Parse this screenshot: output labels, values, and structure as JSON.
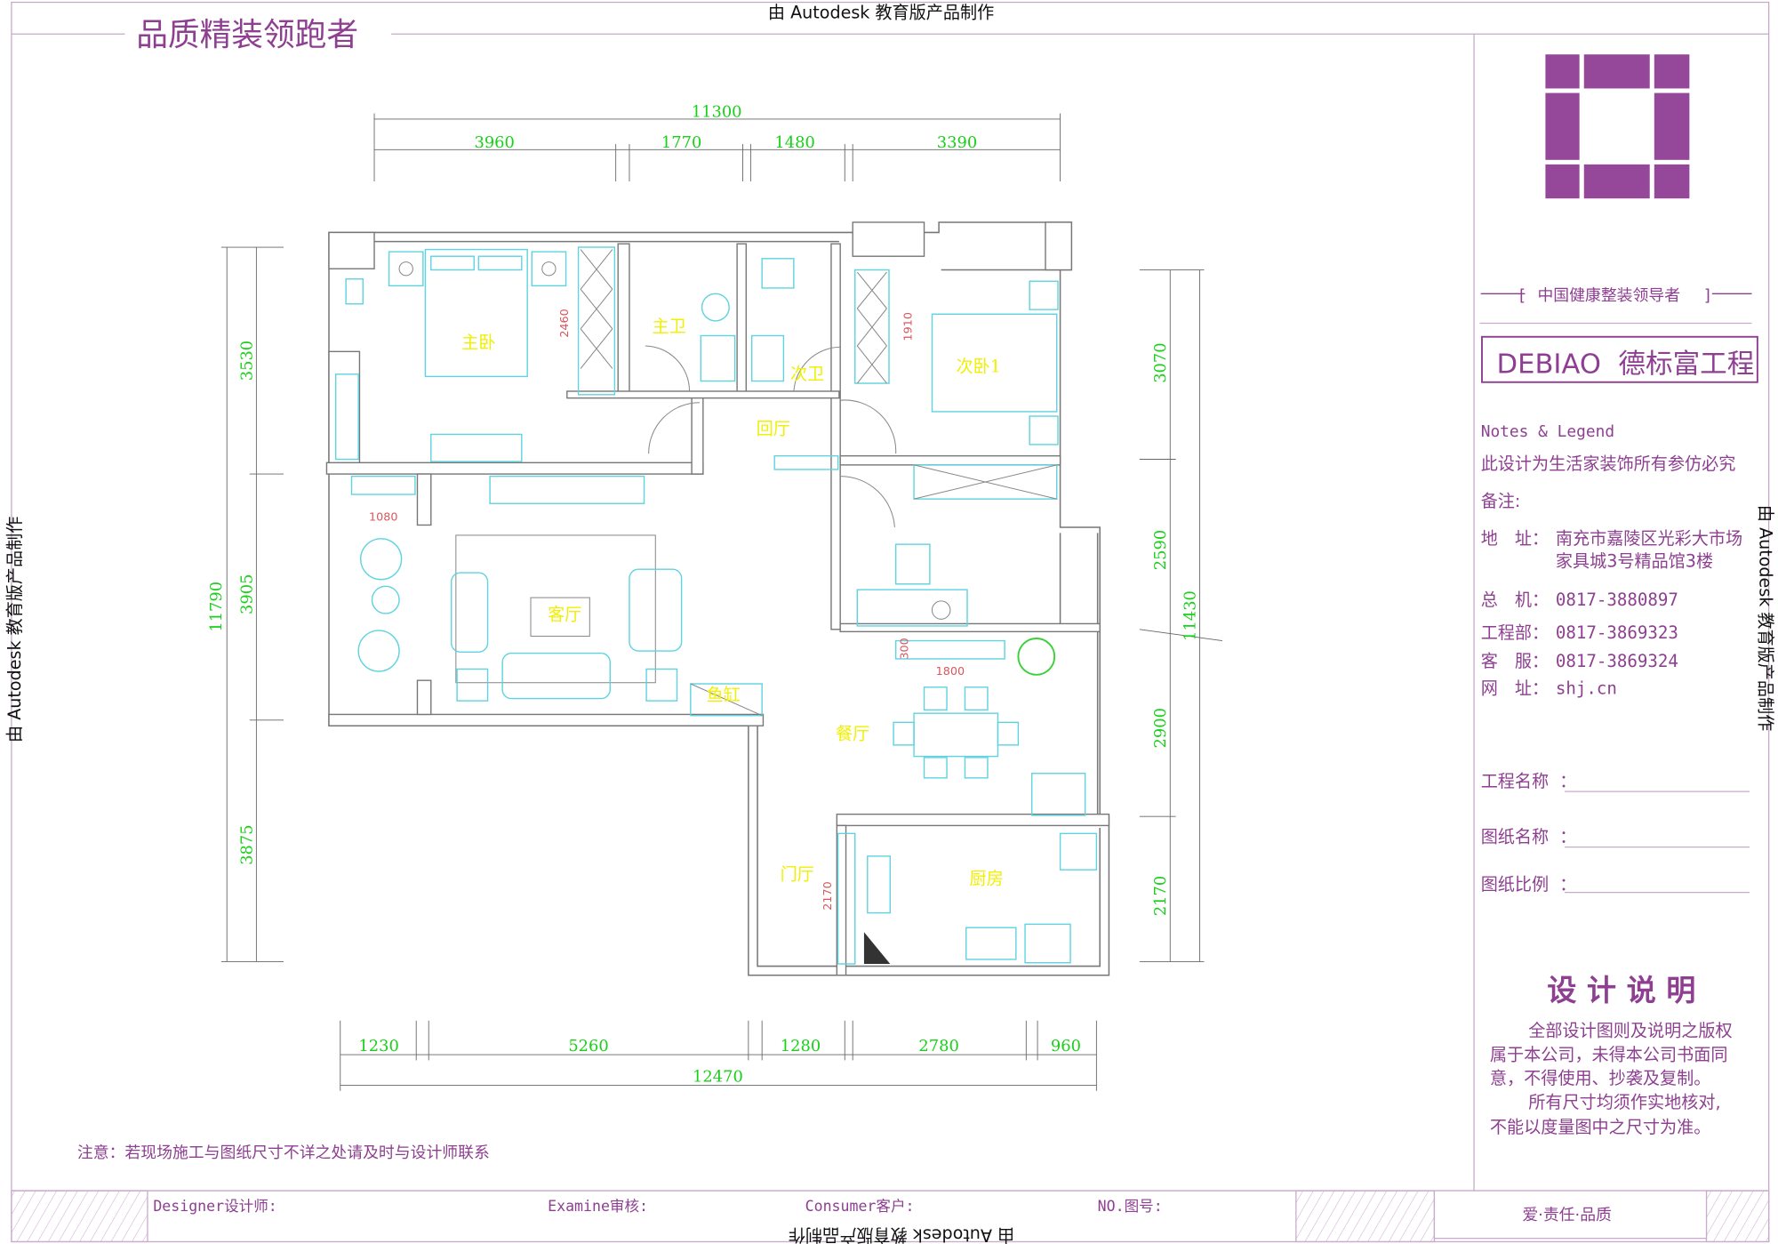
{
  "header": {
    "slogan": "品质精装领跑者",
    "watermark": "由 Autodesk 教育版产品制作"
  },
  "plan": {
    "dimensions_top": {
      "total": "11300",
      "segments": [
        "3960",
        "1770",
        "1480",
        "3390"
      ]
    },
    "dimensions_bottom": {
      "total": "12470",
      "segments": [
        "1230",
        "5260",
        "1280",
        "2780",
        "960"
      ]
    },
    "dimensions_left": {
      "total": "11790",
      "segments": [
        "3530",
        "3905",
        "3875"
      ]
    },
    "dimensions_right": {
      "total": "11430",
      "segments": [
        "3070",
        "2590",
        "2900",
        "2170"
      ]
    },
    "inner_dimensions": [
      "2460",
      "1910",
      "1080",
      "300",
      "1800",
      "2170"
    ],
    "rooms": {
      "master_bedroom": "主卧",
      "master_bath": "主卫",
      "second_bath": "次卫",
      "hall": "回厅",
      "second_bedroom": "次卧1",
      "living_room": "客厅",
      "fish_tank": "鱼缸",
      "dining_room": "餐厅",
      "entrance": "门厅",
      "kitchen": "厨房"
    }
  },
  "title_block": {
    "tagline": "中国健康整装领导者",
    "brand": "DEBIAO  德标富工程",
    "notes_heading": "Notes & Legend",
    "copyright_line": "此设计为生活家装饰所有参仿必究",
    "remarks_label": "备注:",
    "contacts": [
      {
        "label": "地　址：",
        "value": "南充市嘉陵区光彩大市场",
        "value2": "家具城3号精品馆3楼"
      },
      {
        "label": "总　机：",
        "value": "0817-3880897"
      },
      {
        "label": "工程部：",
        "value": "0817-3869323"
      },
      {
        "label": "客　服：",
        "value": "0817-3869324"
      },
      {
        "label": "网　址：",
        "value": "shj.cn"
      }
    ],
    "fields": [
      {
        "label": "工程名称  ：",
        "value": ""
      },
      {
        "label": "图纸名称  ：",
        "value": ""
      },
      {
        "label": "图纸比例  ：",
        "value": ""
      }
    ],
    "design_notes_title": "设 计 说 明",
    "design_notes": [
      "全部设计图则及说明之版权",
      "属于本公司，未得本公司书面同",
      "意，不得使用、抄袭及复制。",
      "所有尺寸均须作实地核对,",
      "不能以度量图中之尺寸为准。"
    ]
  },
  "footer": {
    "notice": "注意：若现场施工与图纸尺寸不详之处请及时与设计师联系",
    "designer_label": "Designer设计师:",
    "examine_label": "Examine审核:",
    "consumer_label": "Consumer客户:",
    "number_label": "NO.图号:",
    "motto": "爱·责任·品质"
  },
  "colors": {
    "brand": "#8e3f91",
    "dimension": "#19d019",
    "room_label": "#f0f000",
    "furniture": "#5fd3df"
  }
}
